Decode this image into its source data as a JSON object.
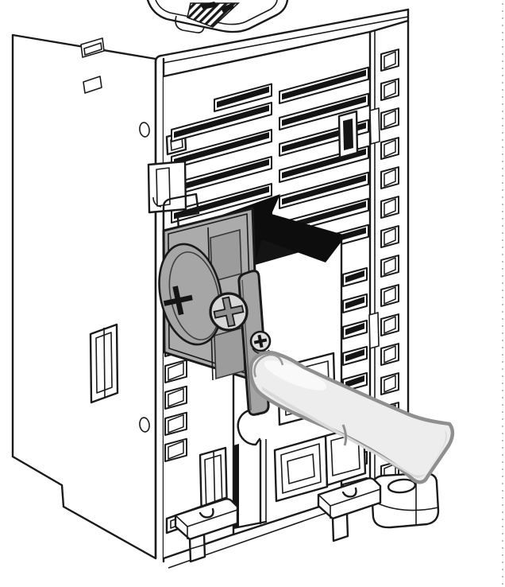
{
  "figure": {
    "kind": "technical-illustration",
    "subject": "inserting battery holder into controller module",
    "background_color": "#ffffff",
    "line_color": "#1a1a1a",
    "page_guide_color": "#b5b5b5"
  },
  "device": {
    "body_color": "#ffffff"
  },
  "battery_holder": {
    "tray_color": "#ababab",
    "plate_color": "#a4a4a4",
    "battery_color": "#a6a6a6",
    "knob_color": "#d6d6d6",
    "screw_color": "#dcdcdc",
    "polarity_label": "+"
  },
  "insertion_arrow": {
    "color": "#0d0d0d",
    "direction": "up-left"
  },
  "finger": {
    "fill_color": "#ededed",
    "outline_color": "#8f8f8f",
    "shade_color": "#d9d9d9",
    "highlight_color": "#fafafa"
  }
}
